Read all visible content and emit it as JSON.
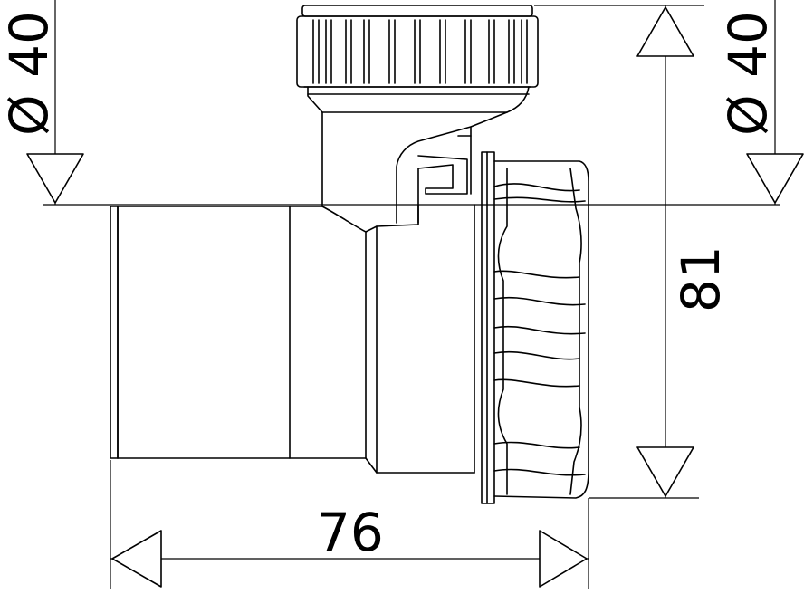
{
  "dimensions": {
    "left_diameter": "Ø 40",
    "right_diameter": "Ø 40",
    "height": "81",
    "width": "76"
  },
  "colors": {
    "line": "#000000",
    "background": "#ffffff"
  }
}
